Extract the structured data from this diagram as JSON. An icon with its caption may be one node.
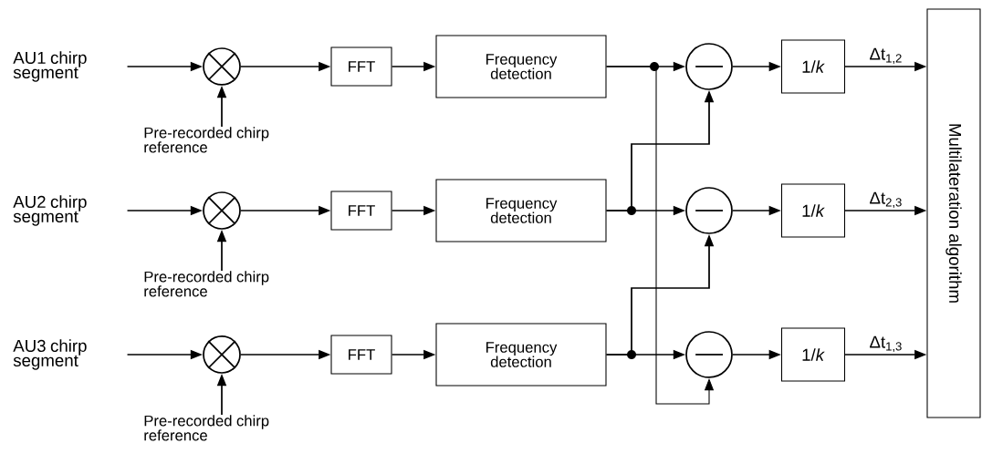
{
  "diagram": {
    "nodes": [
      {
        "text": [
          "AU1 chirp segment"
        ]
      },
      {
        "text": [],
        "shape": "circle"
      },
      {
        "text": [
          "FFT"
        ]
      },
      {
        "text": [
          "Frequency detection"
        ]
      },
      {
        "text": [],
        "shape": "circle"
      },
      {
        "text": [
          "1/*k*"
        ]
      },
      {
        "text": [
          "Pre-recorded chirp reference"
        ]
      },
      {
        "text": [
          "AU2 chirp segment"
        ]
      },
      {
        "text": [],
        "shape": "circle"
      },
      {
        "text": [
          "FFT"
        ]
      },
      {
        "text": [
          "Frequency detection"
        ]
      },
      {
        "text": [],
        "shape": "circle"
      },
      {
        "text": [
          "1/*k*"
        ]
      },
      {
        "text": [
          "Pre-recorded chirp reference"
        ]
      },
      {
        "text": [
          "AU3 chirp segment"
        ]
      },
      {
        "text": [],
        "shape": "circle"
      },
      {
        "text": [
          "FFT"
        ]
      },
      {
        "text": [
          "Frequency detection"
        ]
      },
      {
        "text": [],
        "shape": "circle"
      },
      {
        "text": [
          "1/*k*"
        ]
      },
      {
        "text": [
          "Pre-recorded chirp reference"
        ]
      },
      {
        "text": [
          "Multilateration algorithm"
        ]
      }
    ],
    "edges": [
      {
        "from": 0,
        "to": 1,
        "arrow": "to"
      },
      {
        "from": 6,
        "to": 1,
        "arrow": "to"
      },
      {
        "from": 1,
        "to": 2,
        "arrow": "to"
      },
      {
        "from": 2,
        "to": 3,
        "arrow": "to"
      },
      {
        "from": 3,
        "to": 4,
        "arrow": "to"
      },
      {
        "from": 4,
        "to": 5,
        "arrow": "to"
      },
      {
        "from": 5,
        "to": 21,
        "arrow": "to",
        "label": "Δt$_{1,2}$"
      },
      {
        "from": 7,
        "to": 8,
        "arrow": "to"
      },
      {
        "from": 13,
        "to": 8,
        "arrow": "to"
      },
      {
        "from": 8,
        "to": 9,
        "arrow": "to"
      },
      {
        "from": 9,
        "to": 10,
        "arrow": "to"
      },
      {
        "from": 10,
        "to": 11,
        "arrow": "to"
      },
      {
        "from": 11,
        "to": 12,
        "arrow": "to"
      },
      {
        "from": 12,
        "to": 21,
        "arrow": "to",
        "label": "Δt$_{2,3}$"
      },
      {
        "from": 14,
        "to": 15,
        "arrow": "to"
      },
      {
        "from": 20,
        "to": 15,
        "arrow": "to"
      },
      {
        "from": 15,
        "to": 16,
        "arrow": "to"
      },
      {
        "from": 16,
        "to": 17,
        "arrow": "to"
      },
      {
        "from": 17,
        "to": 18,
        "arrow": "to"
      },
      {
        "from": 18,
        "to": 19,
        "arrow": "to"
      },
      {
        "from": 19,
        "to": 21,
        "arrow": "to",
        "label": "Δt$_{1,3}$"
      },
      {
        "from": 3,
        "to": 18,
        "arrow": "to"
      },
      {
        "from": 10,
        "to": 4,
        "arrow": "to"
      },
      {
        "from": 17,
        "to": 11,
        "arrow": "to"
      }
    ]
  }
}
